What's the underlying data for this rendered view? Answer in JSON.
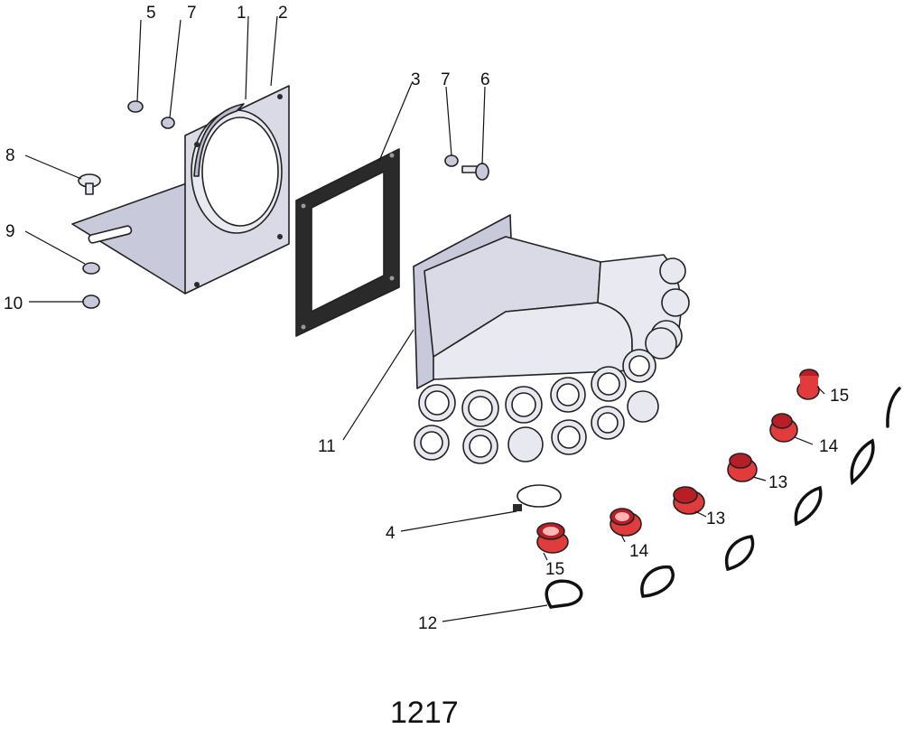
{
  "figure_number": "1217",
  "callouts": [
    {
      "id": "c1",
      "text": "1"
    },
    {
      "id": "c2",
      "text": "2"
    },
    {
      "id": "c3",
      "text": "3"
    },
    {
      "id": "c4",
      "text": "4"
    },
    {
      "id": "c5",
      "text": "5"
    },
    {
      "id": "c6",
      "text": "6"
    },
    {
      "id": "c7a",
      "text": "7"
    },
    {
      "id": "c7b",
      "text": "7"
    },
    {
      "id": "c8",
      "text": "8"
    },
    {
      "id": "c9",
      "text": "9"
    },
    {
      "id": "c10",
      "text": "10"
    },
    {
      "id": "c11",
      "text": "11"
    },
    {
      "id": "c12",
      "text": "12"
    },
    {
      "id": "c13a",
      "text": "13"
    },
    {
      "id": "c13b",
      "text": "13"
    },
    {
      "id": "c14a",
      "text": "14"
    },
    {
      "id": "c14b",
      "text": "14"
    },
    {
      "id": "c15a",
      "text": "15"
    },
    {
      "id": "c15b",
      "text": "15"
    }
  ],
  "colors": {
    "metal": "#d9dae6",
    "gasket": "#2a2a2a",
    "reducer": "#e23b3b",
    "line": "#111111"
  }
}
